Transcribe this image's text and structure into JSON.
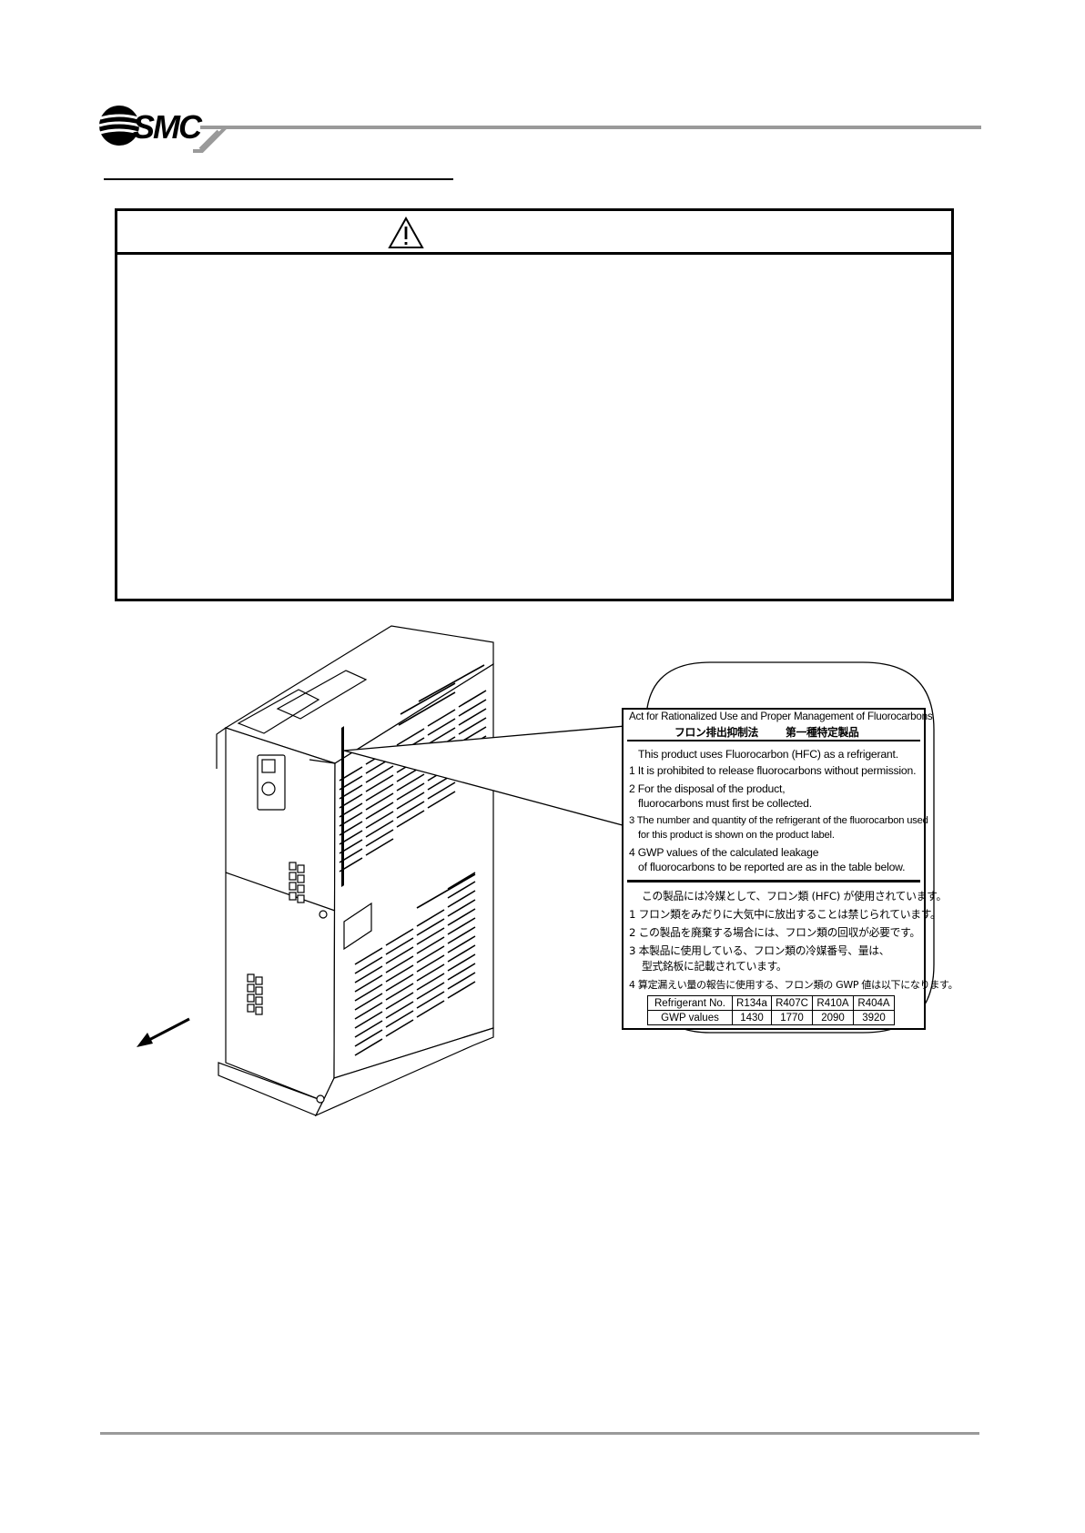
{
  "header": {
    "logo_text": "SMC",
    "logo_registered": "R"
  },
  "warning": {
    "icon": "warning-triangle-icon"
  },
  "label": {
    "title_en": "Act for Rationalized Use and Proper Management of Fluorocarbons",
    "title_jp_left": "フロン排出抑制法",
    "title_jp_right": "第一種特定製品",
    "en_lines": [
      "This product uses Fluorocarbon (HFC) as a refrigerant.",
      "1  It is prohibited to release fluorocarbons without permission.",
      "2  For the disposal of the product,",
      "fluorocarbons must first be collected.",
      "3  The number and quantity of the refrigerant of the fluorocarbon used",
      "for this product is shown on the product label.",
      "4  GWP values of the calculated leakage",
      "of fluorocarbons to be reported are as in the table below."
    ],
    "jp_lines": [
      "この製品には冷媒として、フロン類 (HFC) が使用されています。",
      "1  フロン類をみだりに大気中に放出することは禁じられています。",
      "2  この製品を廃棄する場合には、フロン類の回収が必要です。",
      "3  本製品に使用している、フロン類の冷媒番号、量は、",
      "型式銘板に記載されています。",
      "4  算定漏えい量の報告に使用する、フロン類の GWP 値は以下になります。"
    ],
    "table": {
      "row1": [
        "Refrigerant No.",
        "R134a",
        "R407C",
        "R410A",
        "R404A"
      ],
      "row2": [
        "GWP values",
        "1430",
        "1770",
        "2090",
        "3920"
      ]
    }
  },
  "figure": {
    "icons": [
      "air-dryer-unit",
      "direction-arrow-icon",
      "callout-bubble"
    ]
  }
}
